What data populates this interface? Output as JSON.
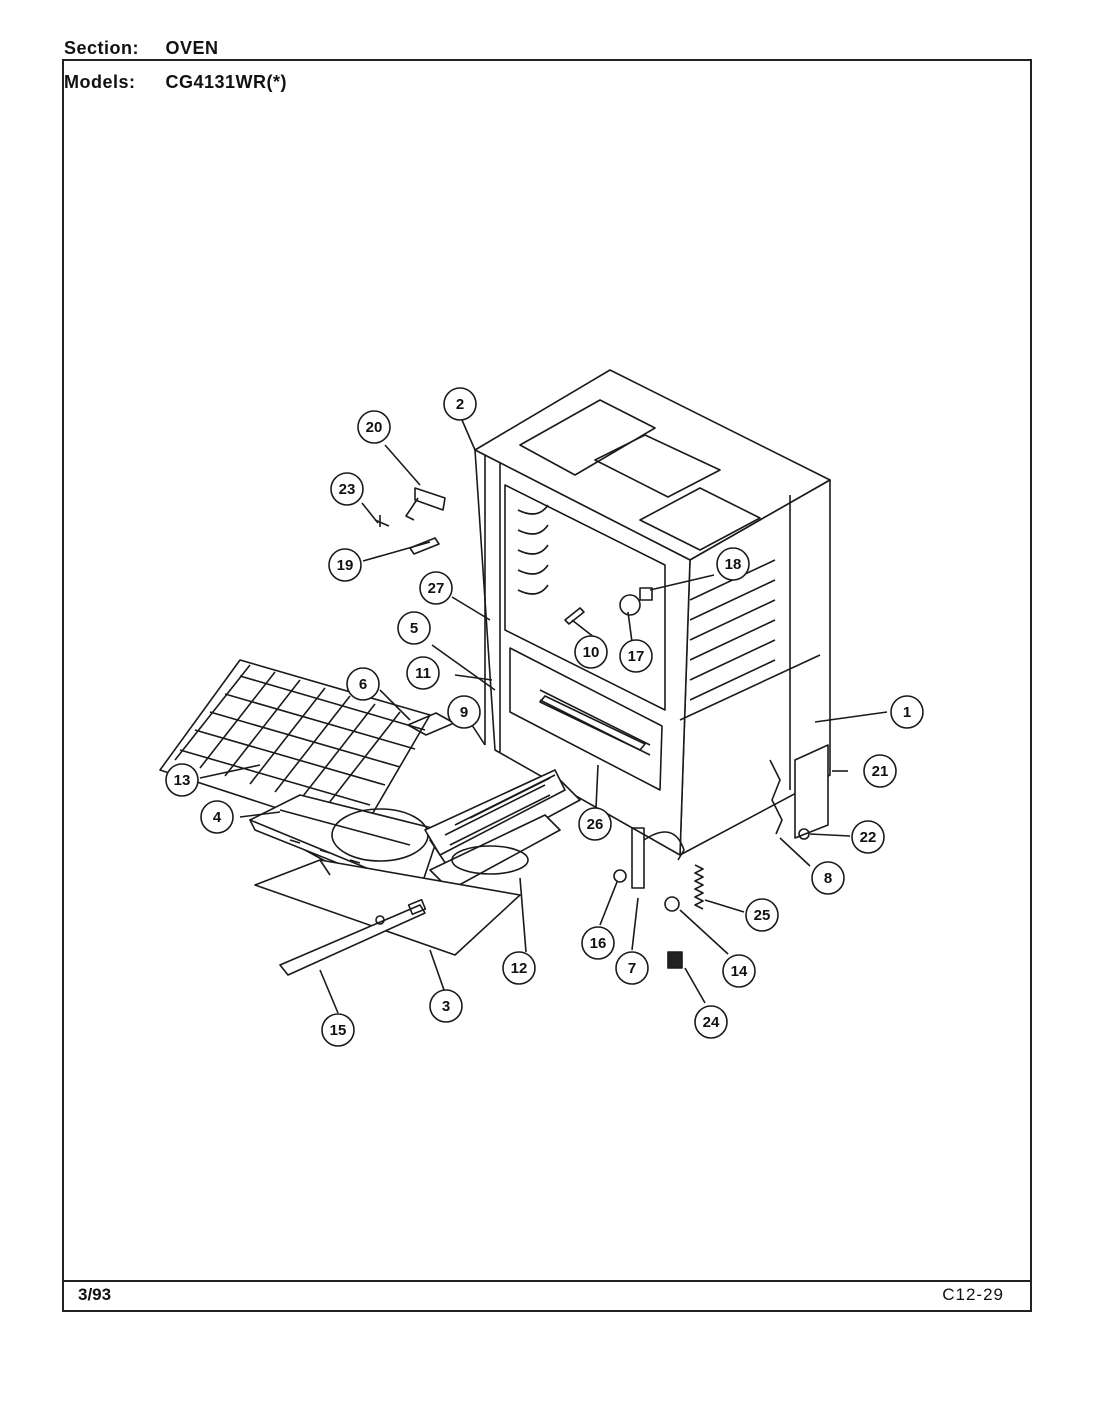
{
  "header": {
    "section_label": "Section:",
    "section_value": "OVEN",
    "models_label": "Models:",
    "models_value": "CG4131WR(*)"
  },
  "footer": {
    "date": "3/93",
    "page_code": "C12-29"
  },
  "callouts": [
    "1",
    "2",
    "3",
    "4",
    "5",
    "6",
    "7",
    "8",
    "9",
    "10",
    "11",
    "12",
    "13",
    "14",
    "15",
    "16",
    "17",
    "18",
    "19",
    "20",
    "21",
    "22",
    "23",
    "24",
    "25",
    "26",
    "27"
  ]
}
